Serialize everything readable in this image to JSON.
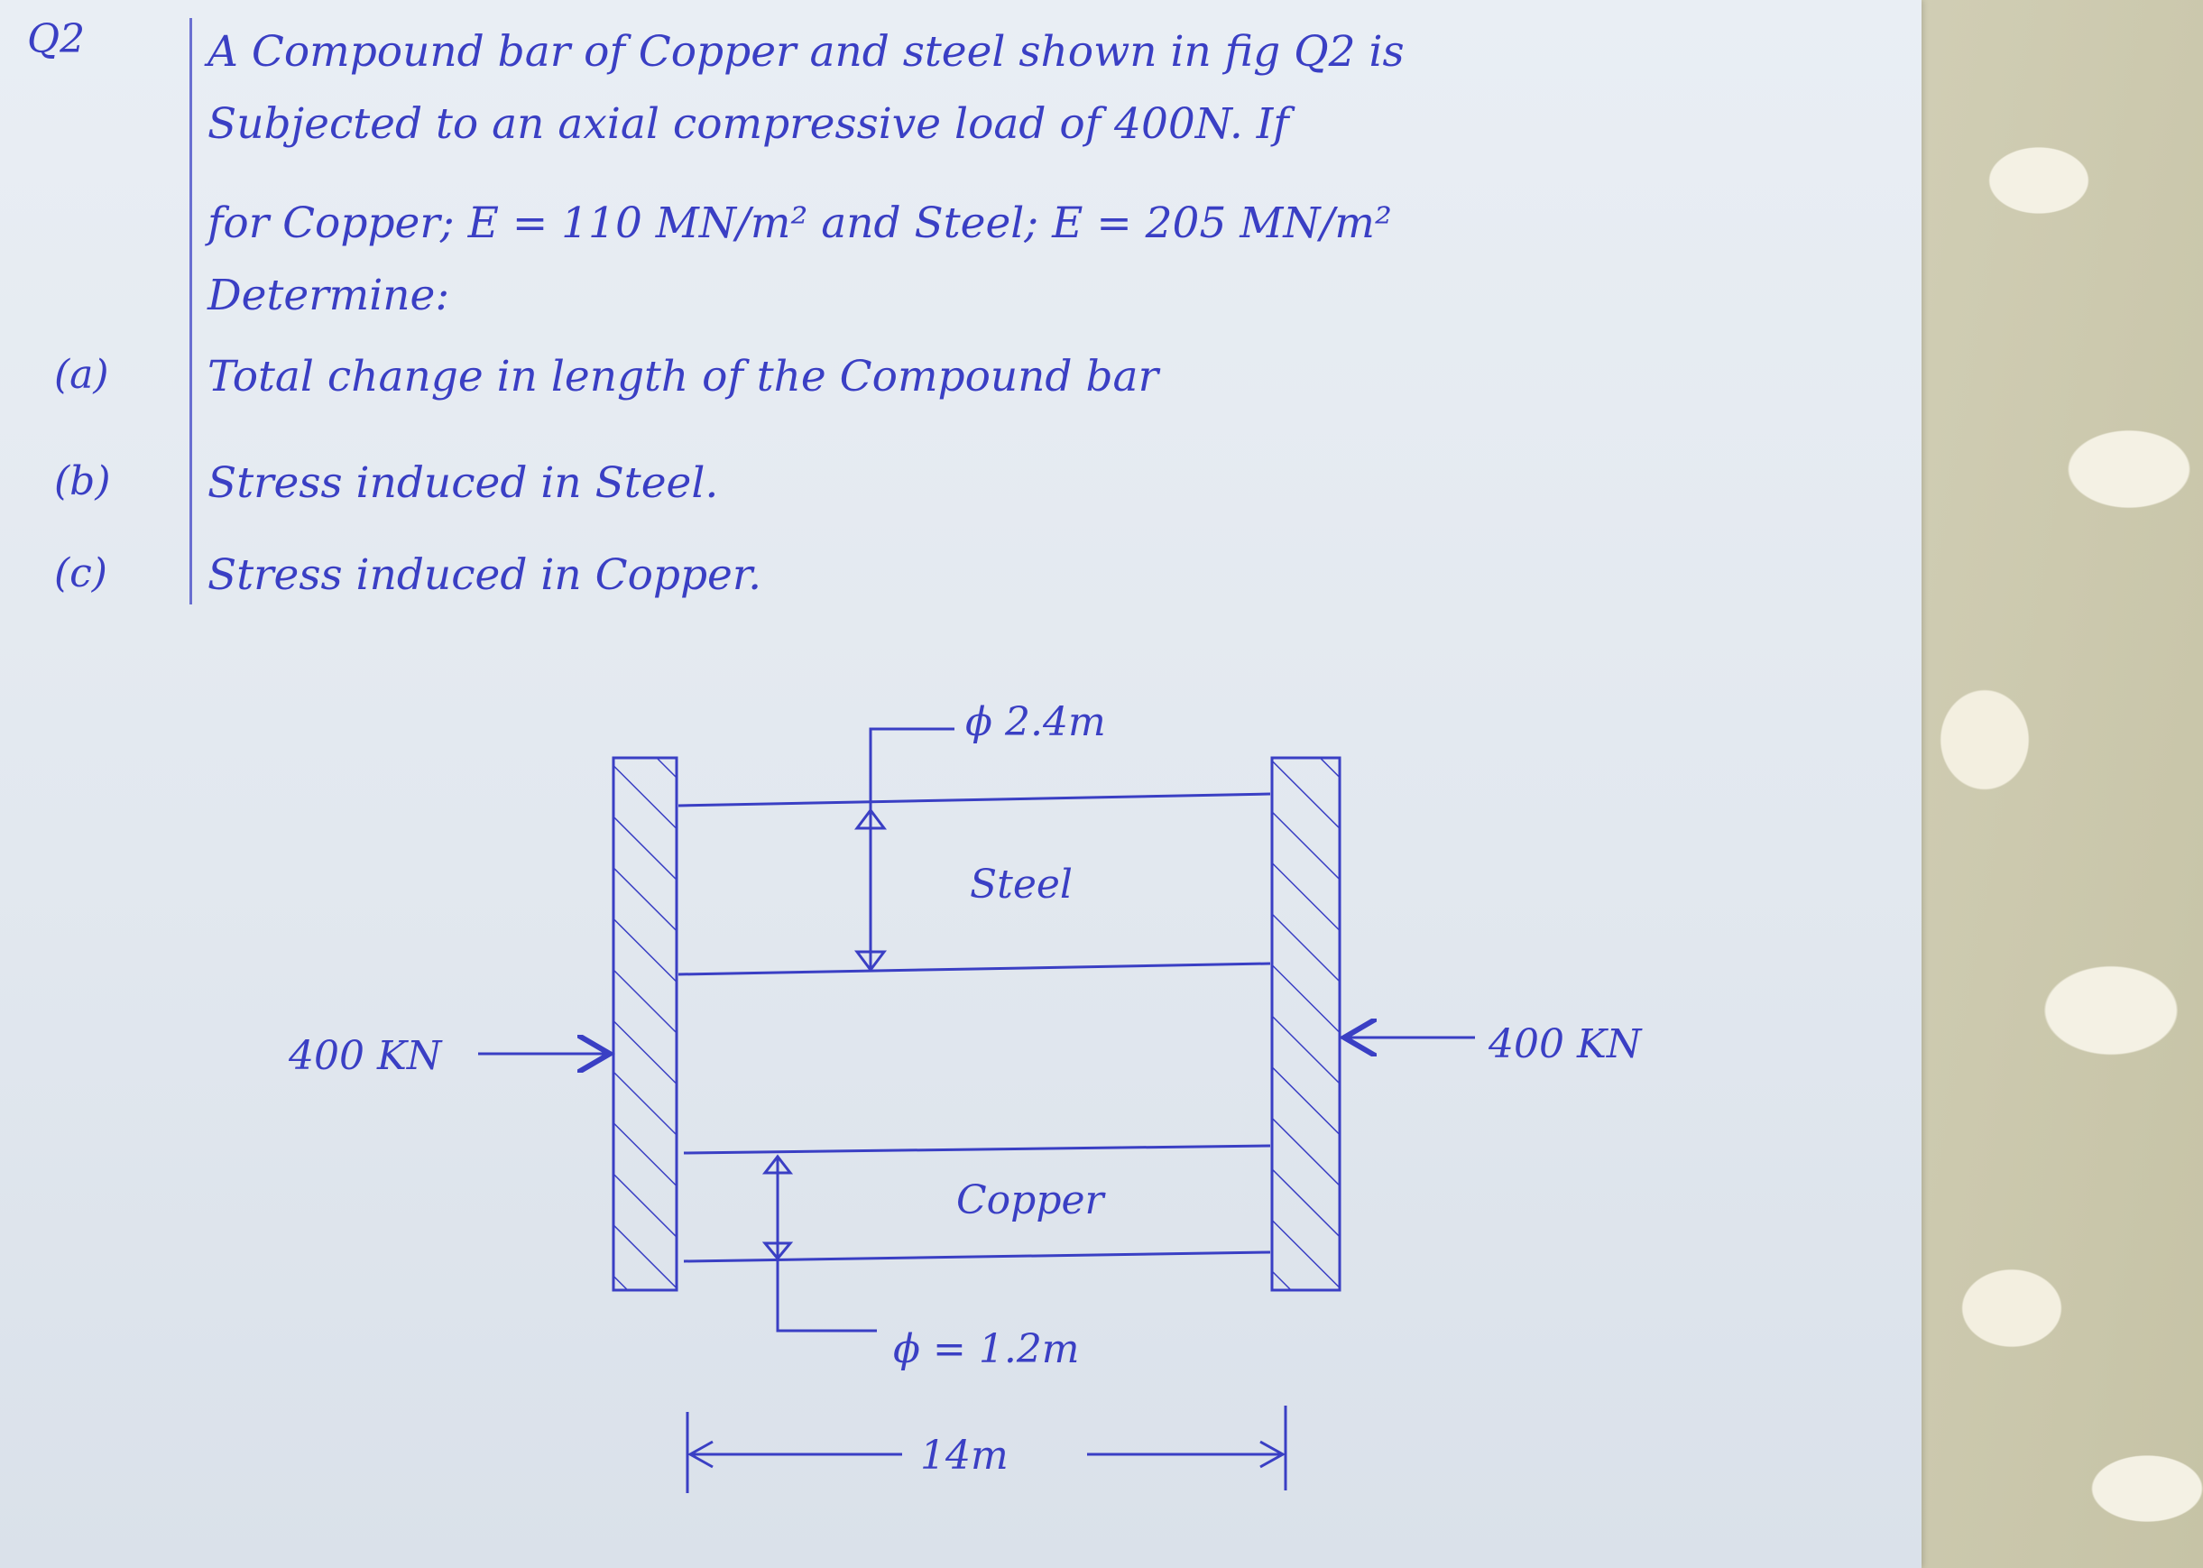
{
  "question": {
    "number": "Q2",
    "lines": [
      "A Compound bar of Copper and steel shown in fig Q2 is",
      "Subjected to an axial compressive load of 400N. If",
      "for Copper; E = 110 MN/m² and Steel; E = 205 MN/m²",
      "Determine:"
    ],
    "parts": [
      {
        "label": "(a)",
        "text": "Total change in length of the Compound bar"
      },
      {
        "label": "(b)",
        "text": "Stress induced in Steel."
      },
      {
        "label": "(c)",
        "text": "Stress induced in Copper."
      }
    ]
  },
  "figure": {
    "steel_diameter": "ϕ 2.4m",
    "steel_label": "Steel",
    "copper_label": "Copper",
    "copper_diameter": "ϕ = 1.2m",
    "load_left": "400 KN",
    "load_right": "400 KN",
    "length": "14m"
  },
  "colors": {
    "ink": "#3a3fc4",
    "paper": "#e6ebf2"
  }
}
